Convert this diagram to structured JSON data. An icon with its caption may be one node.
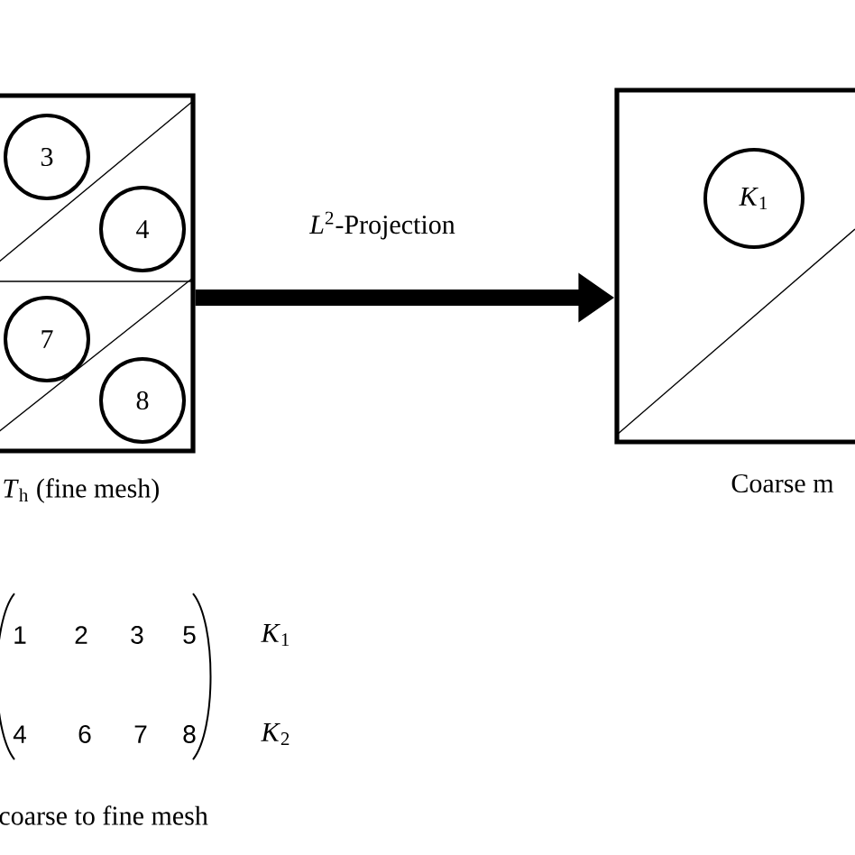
{
  "diagram": {
    "nodes": [
      {
        "text": [],
        "shape": "box",
        "beside": [
          "*T*$_{h}$ (fine mesh)"
        ]
      },
      {
        "text": [
          "3"
        ],
        "in": 0
      },
      {
        "text": [
          "4"
        ],
        "in": 0
      },
      {
        "text": [
          "7"
        ],
        "in": 0
      },
      {
        "text": [
          "8"
        ],
        "in": 0
      },
      {
        "text": [],
        "shape": "box",
        "beside": [
          "Coarse m"
        ]
      },
      {
        "text": [
          "*K*$_{1}$"
        ],
        "in": 5
      }
    ],
    "edges": [
      {
        "from": 0,
        "to": 5,
        "arrow": "to",
        "label": "*L*$^{2}$-Projection"
      }
    ],
    "labels": [
      "1",
      "2",
      "3",
      "5",
      "*K*$_{1}$",
      "4",
      "6",
      "7",
      "8",
      "*K*$_{2}$",
      "coarse to fine mesh"
    ]
  }
}
